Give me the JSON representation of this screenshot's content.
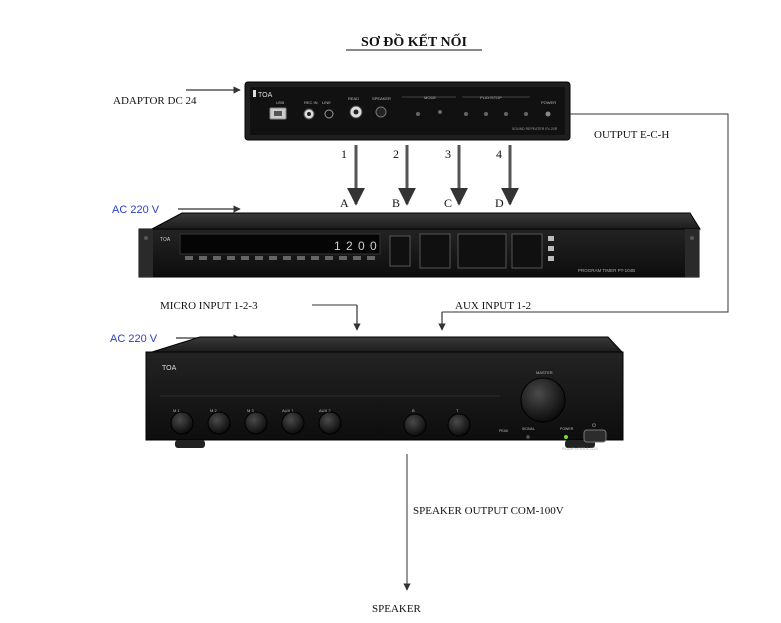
{
  "title": "SƠ ĐỒ KẾT NỐI",
  "labels": {
    "adaptor": "ADAPTOR DC 24",
    "output_ech": "OUTPUT E-C-H",
    "ac_top": "AC 220 V",
    "ac_bottom": "AC 220 V",
    "micro_input": "MICRO INPUT 1-2-3",
    "aux_input": "AUX INPUT 1-2",
    "speaker_output": "SPEAKER OUTPUT COM-100V",
    "speaker": "SPEAKER"
  },
  "arrow_numbers": [
    "1",
    "2",
    "3",
    "4"
  ],
  "arrow_letters": [
    "A",
    "B",
    "C",
    "D"
  ],
  "devices": {
    "repeater": {
      "brand": "TOA",
      "sections": [
        "USB",
        "REC IN",
        "LINE",
        "READ",
        "SPEAKER",
        "MODE",
        "PLAY/STOP",
        "POWER"
      ],
      "model": "SOUND REPEATER EV-20R"
    },
    "timer": {
      "brand": "TOA",
      "display": "1 2 0 0",
      "model": "PROGRAM TIMER PT-104B"
    },
    "amplifier": {
      "brand": "TOA",
      "knob_labels": [
        "M 1",
        "M 2",
        "M 3",
        "AUX 1",
        "AUX 2",
        "B",
        "T"
      ],
      "master_label": "MASTER",
      "indicators": [
        "PEAK",
        "SIGNAL",
        "POWER"
      ],
      "model": "PA AMPLIFIER A-2120"
    }
  },
  "colors": {
    "line": "#333333",
    "ac_label": "#2a3fbf",
    "device_body": "#262626",
    "device_face": "#141414",
    "led_green": "#6fe03a"
  }
}
